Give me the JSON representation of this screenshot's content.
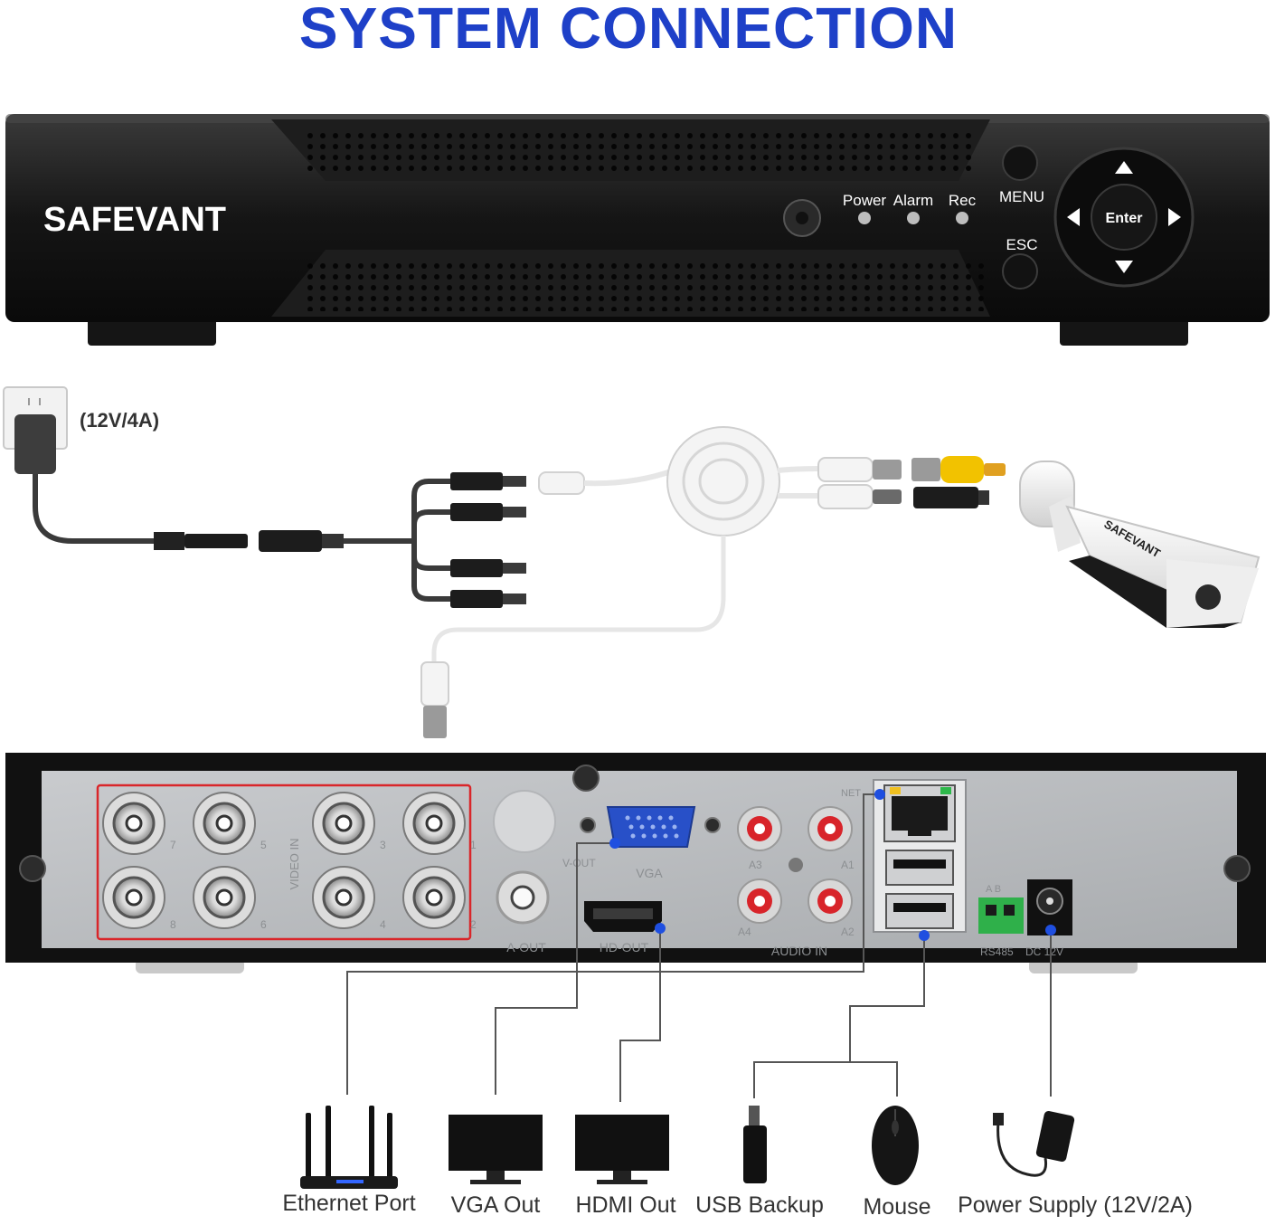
{
  "title": "SYSTEM CONNECTION",
  "front_panel": {
    "brand": "SAFEVANT",
    "leds": [
      "Power",
      "Alarm",
      "Rec"
    ],
    "menu_label": "MENU",
    "esc_label": "ESC",
    "enter_label": "Enter"
  },
  "power_adapter_label": "(12V/4A)",
  "camera_brand": "SAFEVANT",
  "rear_panel": {
    "video_in_label": "VIDEO IN",
    "channel_numbers": [
      "1",
      "2",
      "3",
      "4",
      "5",
      "6",
      "7",
      "8"
    ],
    "v_out_label": "V-OUT",
    "vga_label": "VGA",
    "a_out_label": "A-OUT",
    "hd_out_label": "HD-OUT",
    "audio_in_label": "AUDIO IN",
    "audio_channels": [
      "A3",
      "A1",
      "A4",
      "A2"
    ],
    "net_label": "NET",
    "rs485_label": "RS485",
    "ab_label": "A B",
    "dc_label": "DC 12V"
  },
  "devices": [
    {
      "label": "Ethernet Port",
      "icon": "router-icon"
    },
    {
      "label": "VGA Out",
      "icon": "monitor-icon"
    },
    {
      "label": "HDMI Out",
      "icon": "monitor-icon"
    },
    {
      "label": "USB Backup",
      "icon": "usb-drive-icon"
    },
    {
      "label": "Mouse",
      "icon": "mouse-icon"
    },
    {
      "label": "Power Supply (12V/2A)",
      "icon": "power-adapter-icon"
    }
  ],
  "colors": {
    "title": "#1e40c8",
    "dvr_body": "#1b1b1b",
    "rear_plate": "#b9bcbf",
    "highlight_box": "#d9262a",
    "connector_dot": "#1f4fe0",
    "wire": "#555555"
  }
}
